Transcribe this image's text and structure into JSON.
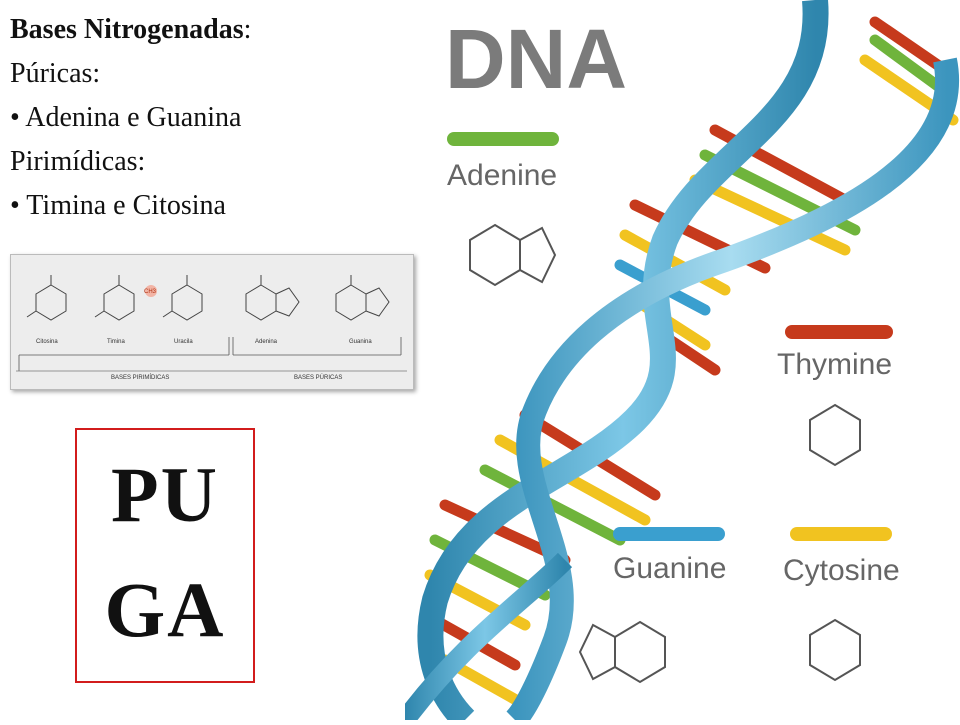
{
  "slide": {
    "heading": "Bases Nitrogenadas",
    "heading_suffix": ":",
    "puricas_label": "Púricas:",
    "puricas_item": "• Adenina e Guanina",
    "pirimidicas_label": "Pirimídicas:",
    "pirimidicas_item": "• Timina e Citosina"
  },
  "thumbnail": {
    "molecules": [
      "Citosina",
      "Timina",
      "Uracila",
      "Adenina",
      "Guanina"
    ],
    "group_pyrimidines": "BASES PIRIMÍDICAS",
    "group_purines": "BASES PÚRICAS",
    "methyl_label": "CH3"
  },
  "mnemonic": {
    "line1": "PU",
    "line2": "GA"
  },
  "poster": {
    "title": "DNA",
    "bases": [
      {
        "name": "Adenine",
        "color": "#6fb43c"
      },
      {
        "name": "Thymine",
        "color": "#c63a1c"
      },
      {
        "name": "Guanine",
        "color": "#3a9fcf"
      },
      {
        "name": "Cytosine",
        "color": "#f1c320"
      }
    ]
  }
}
